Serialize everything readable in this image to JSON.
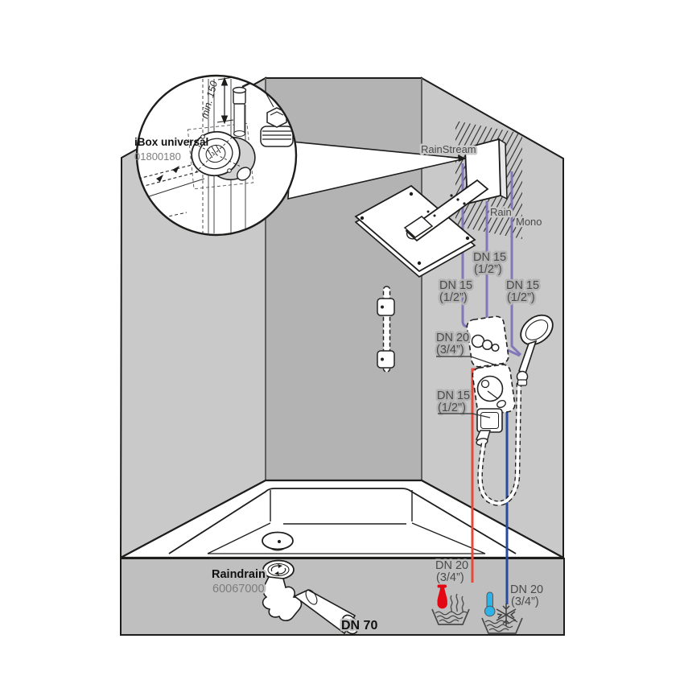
{
  "callout": {
    "title": "iBox universal",
    "part_number": "01800180",
    "min_distance": "min. 150"
  },
  "wall_outlets": {
    "rainstream": "RainStream",
    "rain": "Rain",
    "mono": "Mono"
  },
  "pipe_labels": {
    "rainstream_feed": {
      "size": "DN 15",
      "inch": "(1/2”)"
    },
    "rain_feed": {
      "size": "DN 15",
      "inch": "(1/2”)"
    },
    "mono_feed": {
      "size": "DN 15",
      "inch": "(1/2”)"
    },
    "thermostat_feed": {
      "size": "DN 20",
      "inch": "(3/4”)"
    },
    "handshower_outlet": {
      "size": "DN 15",
      "inch": "(1/2\")"
    },
    "hot_supply": {
      "size": "DN 20",
      "inch": "(3/4”)"
    },
    "cold_supply": {
      "size": "DN 20",
      "inch": "(3/4”)"
    }
  },
  "drain": {
    "name": "Raindrain",
    "part_number": "60067000",
    "pipe_size": "DN 70"
  },
  "colors": {
    "hot_pipe": "#e8493a",
    "cold_pipe": "#2a4a9f",
    "mixed_pipe": "#8178ba",
    "hot_icon": "#e30613",
    "cold_icon": "#2db3e8"
  }
}
